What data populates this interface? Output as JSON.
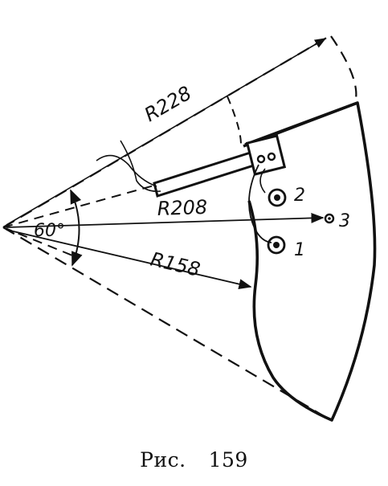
{
  "figure": {
    "labels": {
      "r228": "R228",
      "r208": "R208",
      "r158": "R158",
      "angle": "60°",
      "point1": "1",
      "point2": "2",
      "point3": "3"
    },
    "caption": {
      "prefix": "Рис.",
      "number": "159"
    }
  },
  "colors": {
    "ink": "#111111",
    "background": "#ffffff"
  }
}
